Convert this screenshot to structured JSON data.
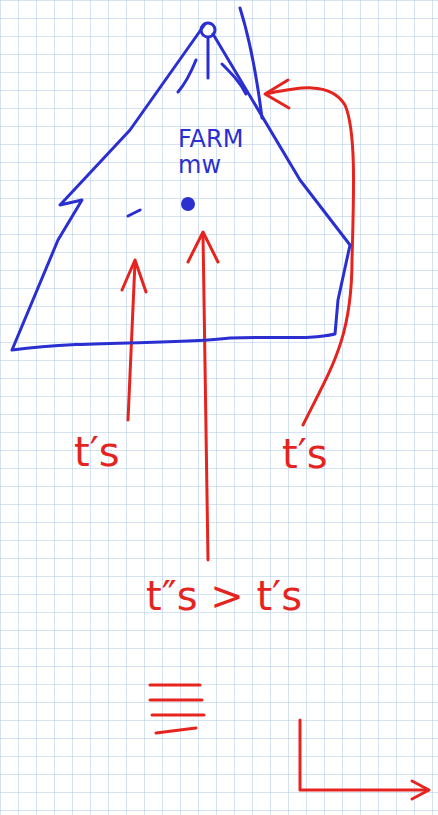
{
  "diagram": {
    "nodes": [
      {
        "text": [
          "FARM mw"
        ]
      }
    ],
    "labels": [
      "t′s",
      "t′s",
      "t″s > t′s"
    ]
  }
}
